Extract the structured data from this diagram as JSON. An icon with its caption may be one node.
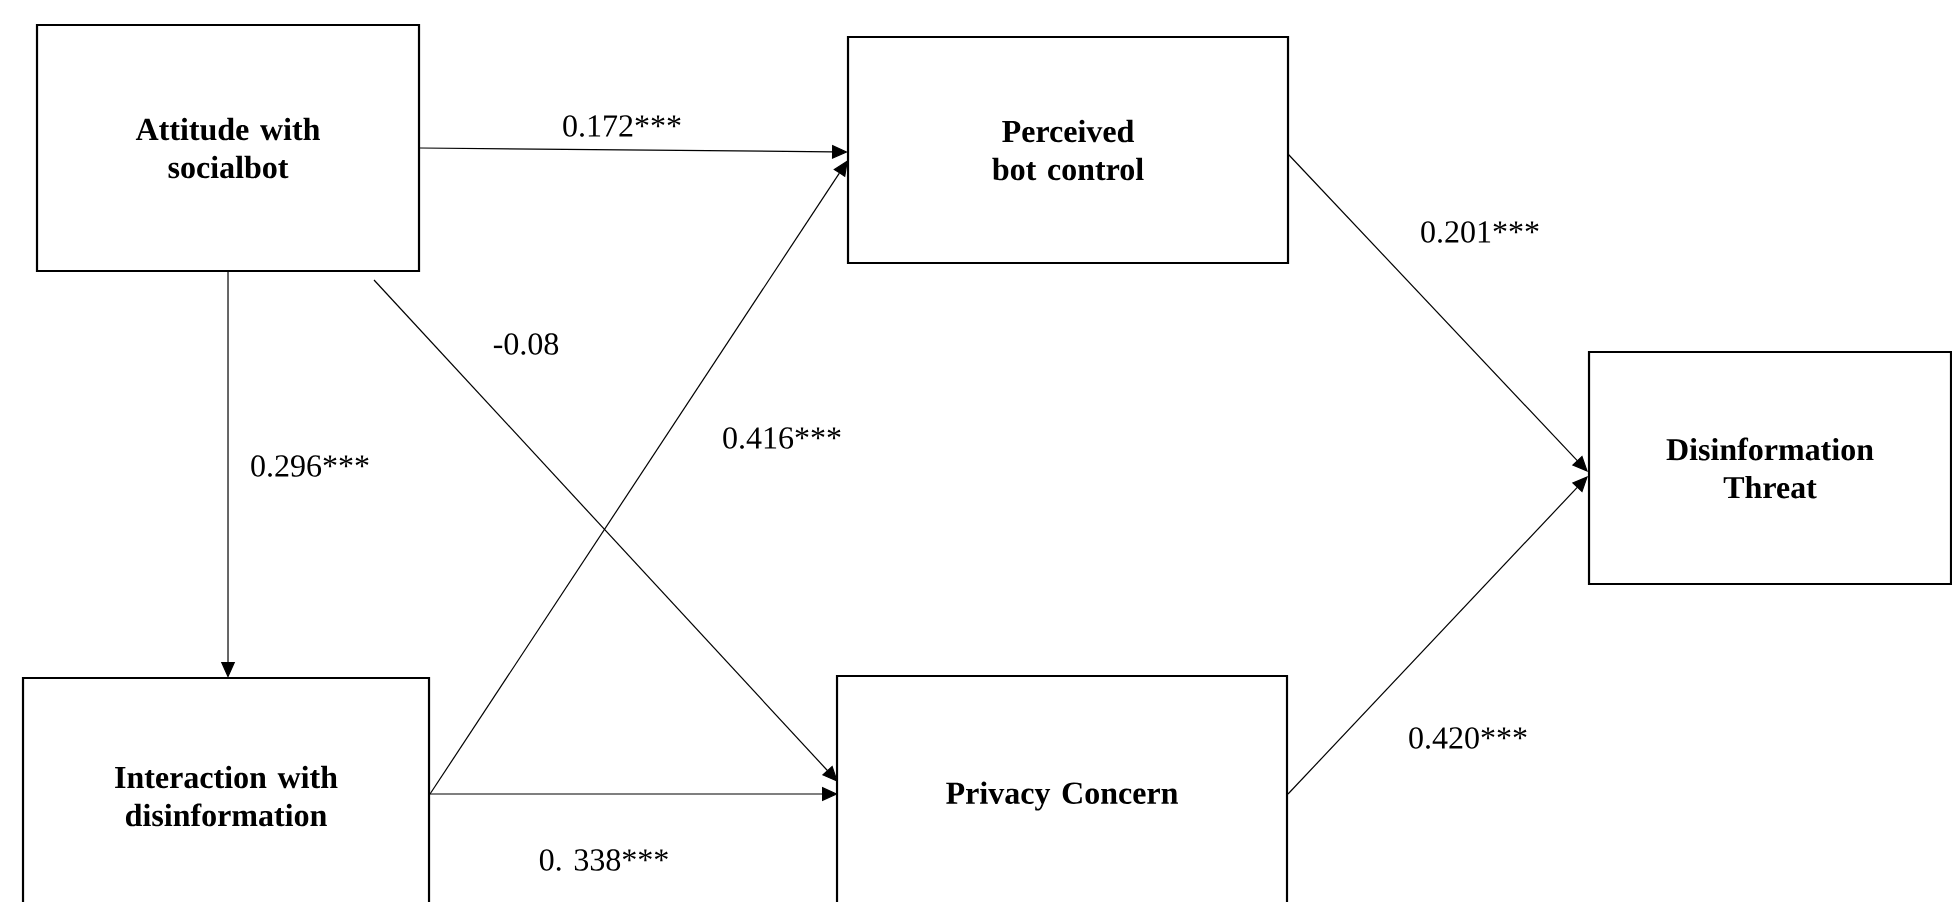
{
  "diagram": {
    "nodes": [
      {
        "text": [
          "Attitude with socialbot"
        ]
      },
      {
        "text": [
          "Perceived bot control"
        ]
      },
      {
        "text": [
          "Disinformation Threat"
        ]
      },
      {
        "text": [
          "Interaction with disinformation"
        ]
      },
      {
        "text": [
          "Privacy Concern"
        ]
      }
    ],
    "edges": [
      {
        "from": 0,
        "to": 1,
        "arrow": "to",
        "label": "0.172***"
      },
      {
        "from": 0,
        "to": 3,
        "arrow": "to",
        "label": "0.296***"
      },
      {
        "from": 0,
        "to": 4,
        "arrow": "to",
        "label": "-0.08"
      },
      {
        "from": 3,
        "to": 1,
        "arrow": "to",
        "label": "0.416***"
      },
      {
        "from": 3,
        "to": 4,
        "arrow": "to",
        "label": "0. 338***"
      },
      {
        "from": 1,
        "to": 2,
        "arrow": "to",
        "label": "0.201***"
      },
      {
        "from": 4,
        "to": 2,
        "arrow": "to",
        "label": "0.420***"
      }
    ]
  }
}
